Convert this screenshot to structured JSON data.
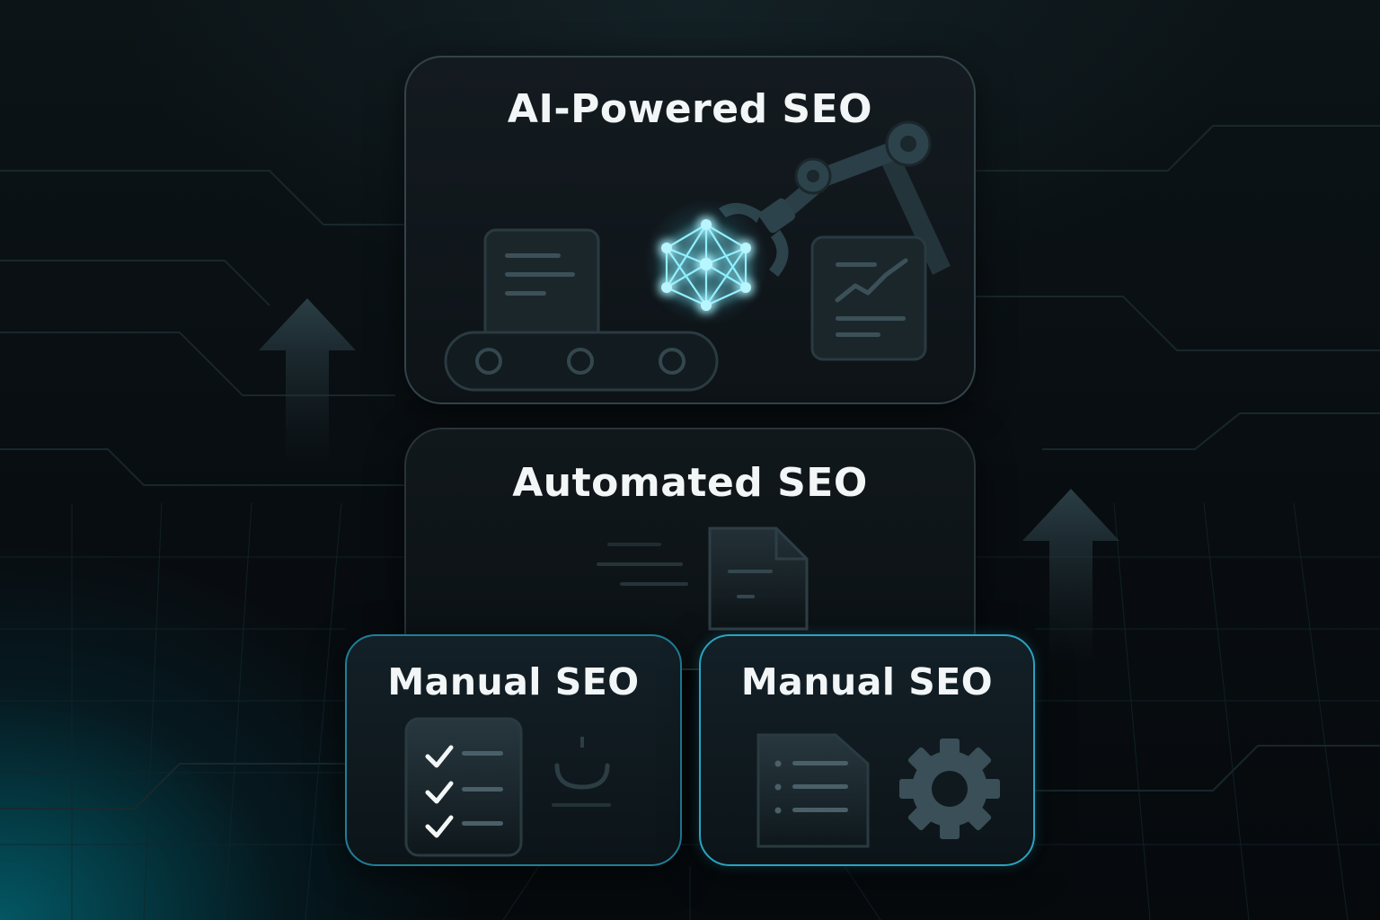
{
  "diagram": {
    "tiers": [
      {
        "title": "AI-Powered SEO"
      },
      {
        "title": "Automated SEO"
      },
      {
        "title": "Manual SEO"
      },
      {
        "title": "Manual SEO"
      }
    ]
  },
  "colors": {
    "accent": "#2aa3c0",
    "glow": "#7fe9ff",
    "card_border": "#33434a",
    "icon_fill": "#26353c"
  },
  "icons": {
    "ai": [
      "document-icon",
      "conveyor-belt-icon",
      "neural-network-icon",
      "robot-arm-icon",
      "growth-chart-document-icon"
    ],
    "automated": [
      "speed-lines-icon",
      "file-icon"
    ],
    "manual_left": [
      "checklist-icon",
      "magnet-icon"
    ],
    "manual_right": [
      "list-document-icon",
      "gear-icon"
    ],
    "background": [
      "up-arrow-icon",
      "up-arrow-icon"
    ]
  }
}
